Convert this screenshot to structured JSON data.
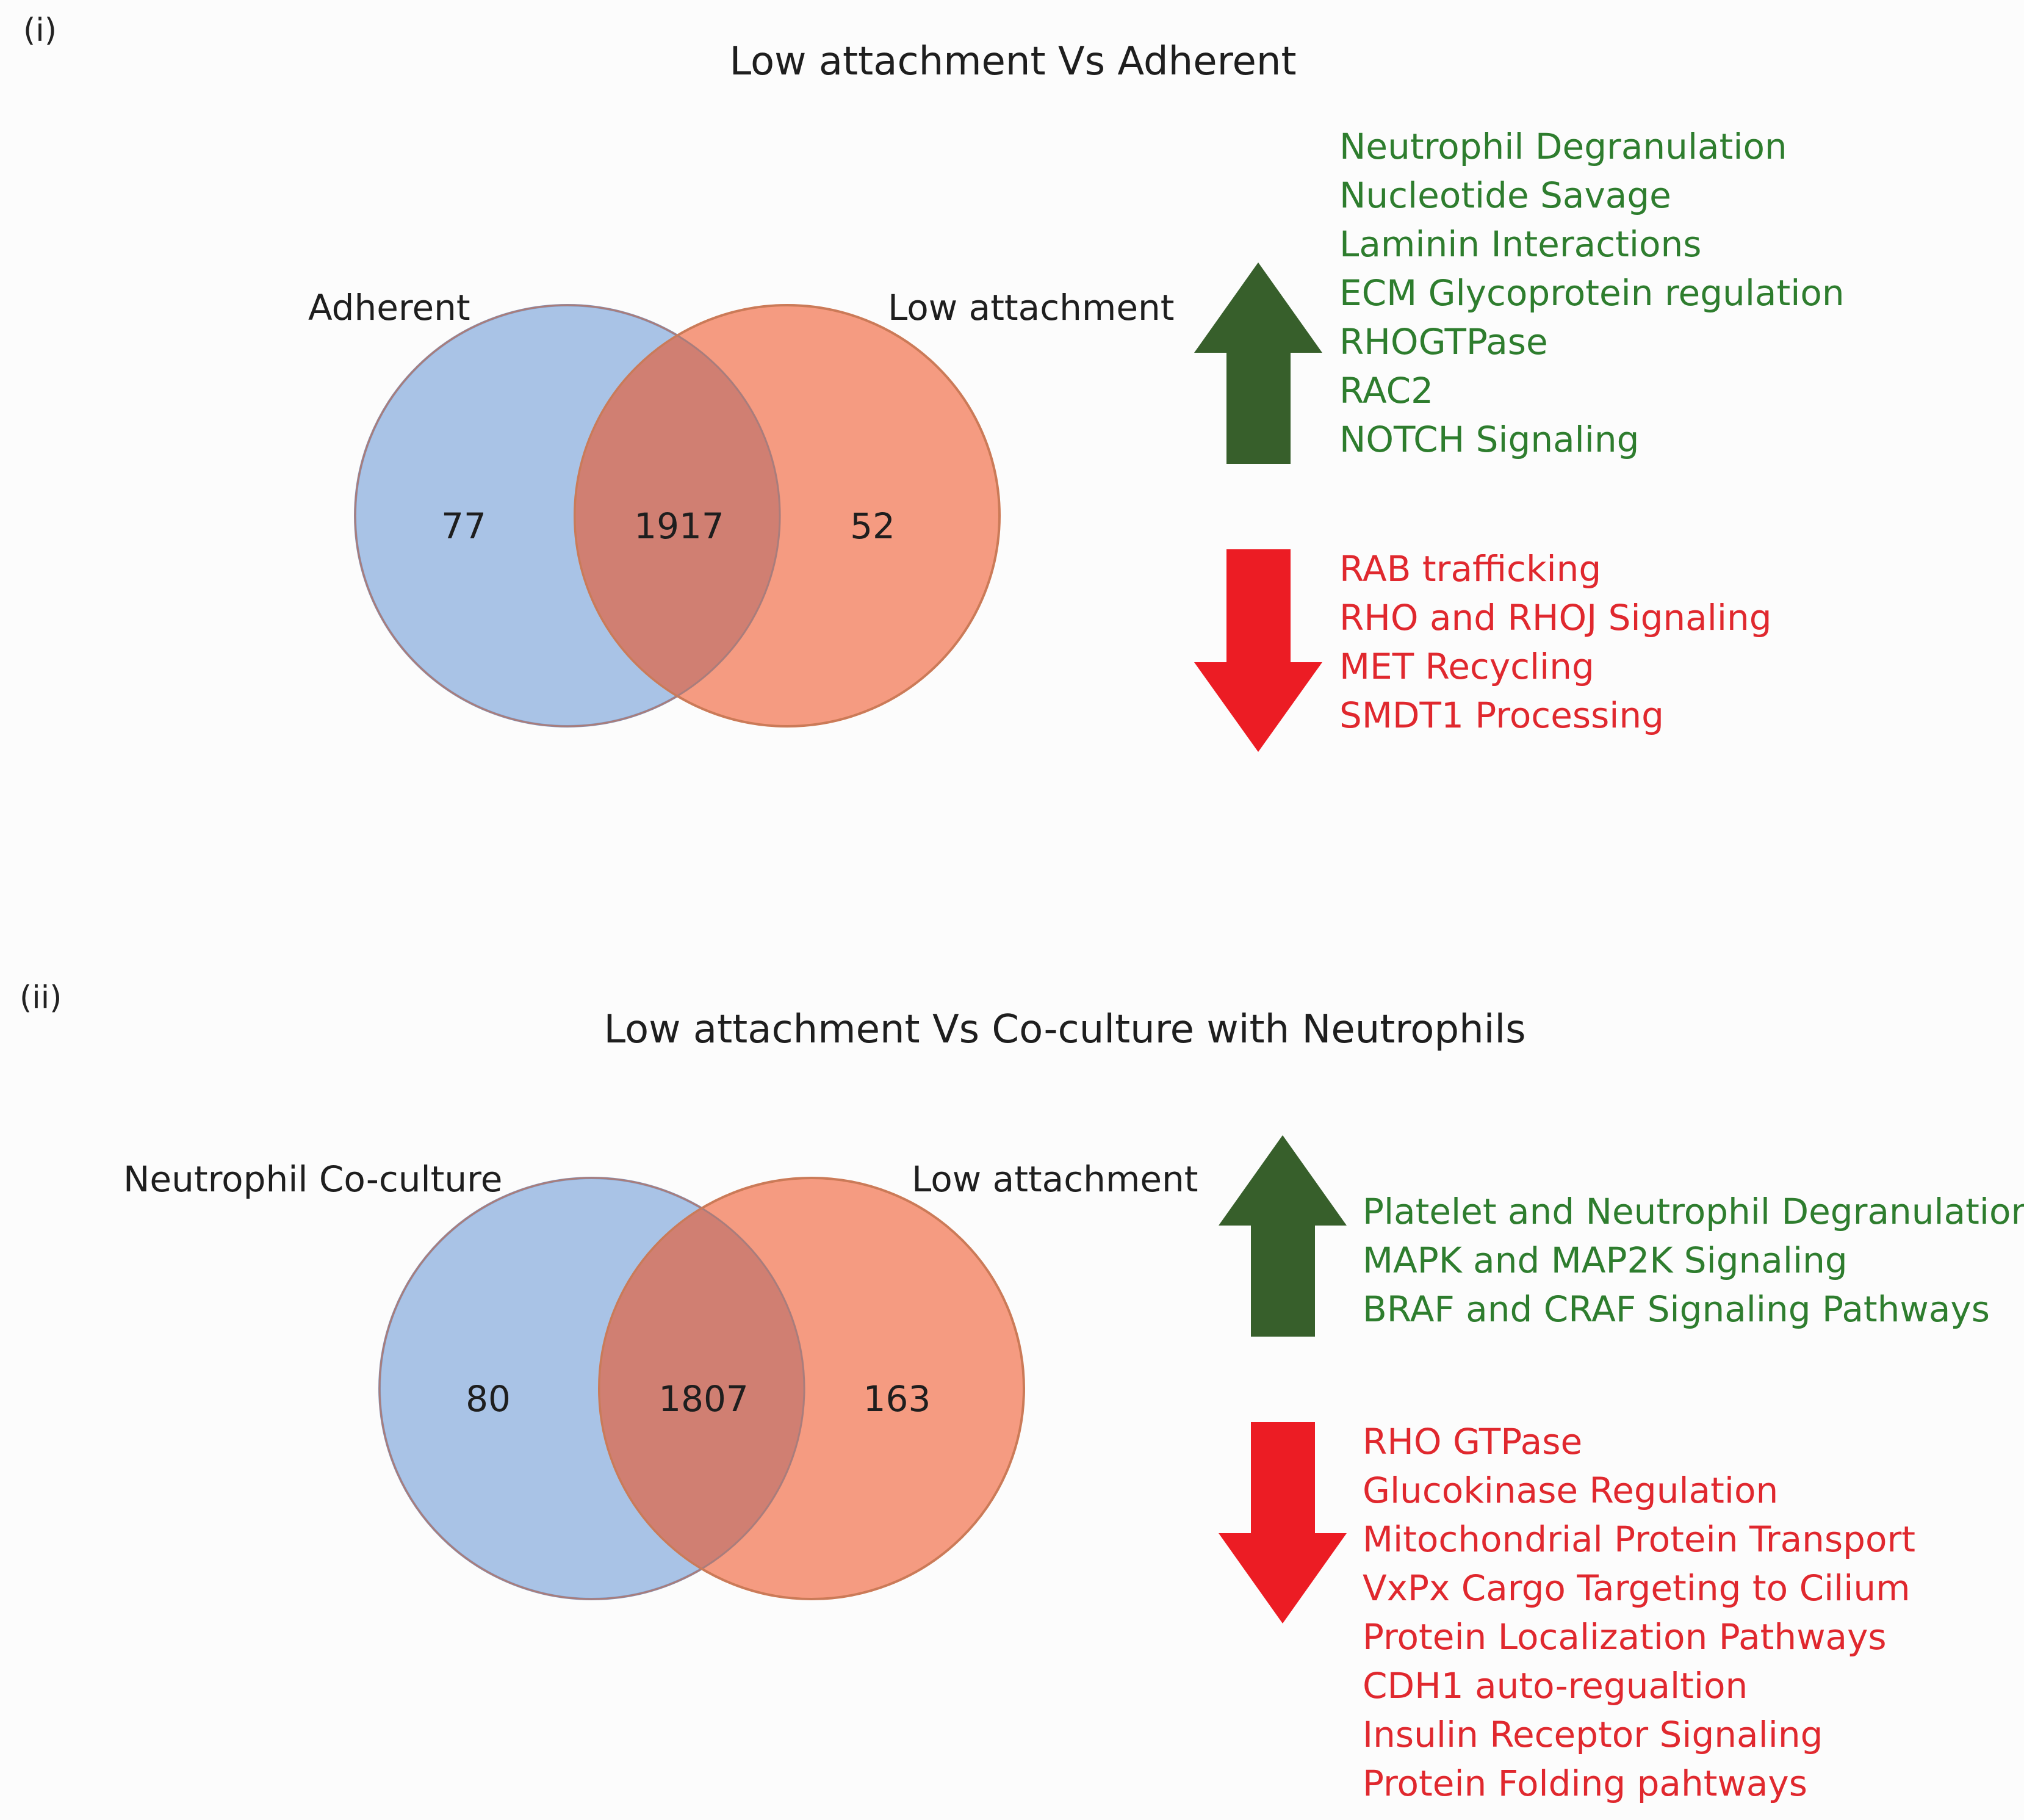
{
  "colors": {
    "left_circle_fill": "#a9c3e6",
    "left_circle_stroke": "#7e9cc8",
    "right_circle_fill": "#f4967a",
    "right_circle_stroke": "#d4784f",
    "up_arrow": "#375f2b",
    "down_arrow": "#ec1c24",
    "up_text": "#2e7d2e",
    "down_text": "#e0282e"
  },
  "panels": [
    {
      "label": "(i)",
      "title": "Low attachment Vs Adherent",
      "left_set": "Adherent",
      "right_set": "Low attachment",
      "left_only": "77",
      "overlap": "1917",
      "right_only": "52",
      "up_icon": "up-arrow-icon",
      "down_icon": "down-arrow-icon",
      "upregulated": [
        "Neutrophil Degranulation",
        "Nucleotide Savage",
        "Laminin Interactions",
        "ECM Glycoprotein regulation",
        "RHOGTPase",
        "RAC2",
        "NOTCH Signaling"
      ],
      "downregulated": [
        "RAB trafficking",
        "RHO and RHOJ Signaling",
        "MET Recycling",
        "SMDT1 Processing"
      ]
    },
    {
      "label": "(ii)",
      "title": "Low attachment Vs Co-culture with Neutrophils",
      "left_set": "Neutrophil Co-culture",
      "right_set": "Low attachment",
      "left_only": "80",
      "overlap": "1807",
      "right_only": "163",
      "up_icon": "up-arrow-icon",
      "down_icon": "down-arrow-icon",
      "upregulated": [
        "Platelet and Neutrophil Degranulation",
        "MAPK and MAP2K Signaling",
        "BRAF and CRAF Signaling Pathways"
      ],
      "downregulated": [
        "RHO GTPase",
        "Glucokinase Regulation",
        "Mitochondrial Protein Transport",
        "VxPx Cargo Targeting to Cilium",
        "Protein Localization Pathways",
        "CDH1 auto-regualtion",
        "Insulin Receptor Signaling",
        "Protein Folding pahtways"
      ]
    }
  ]
}
